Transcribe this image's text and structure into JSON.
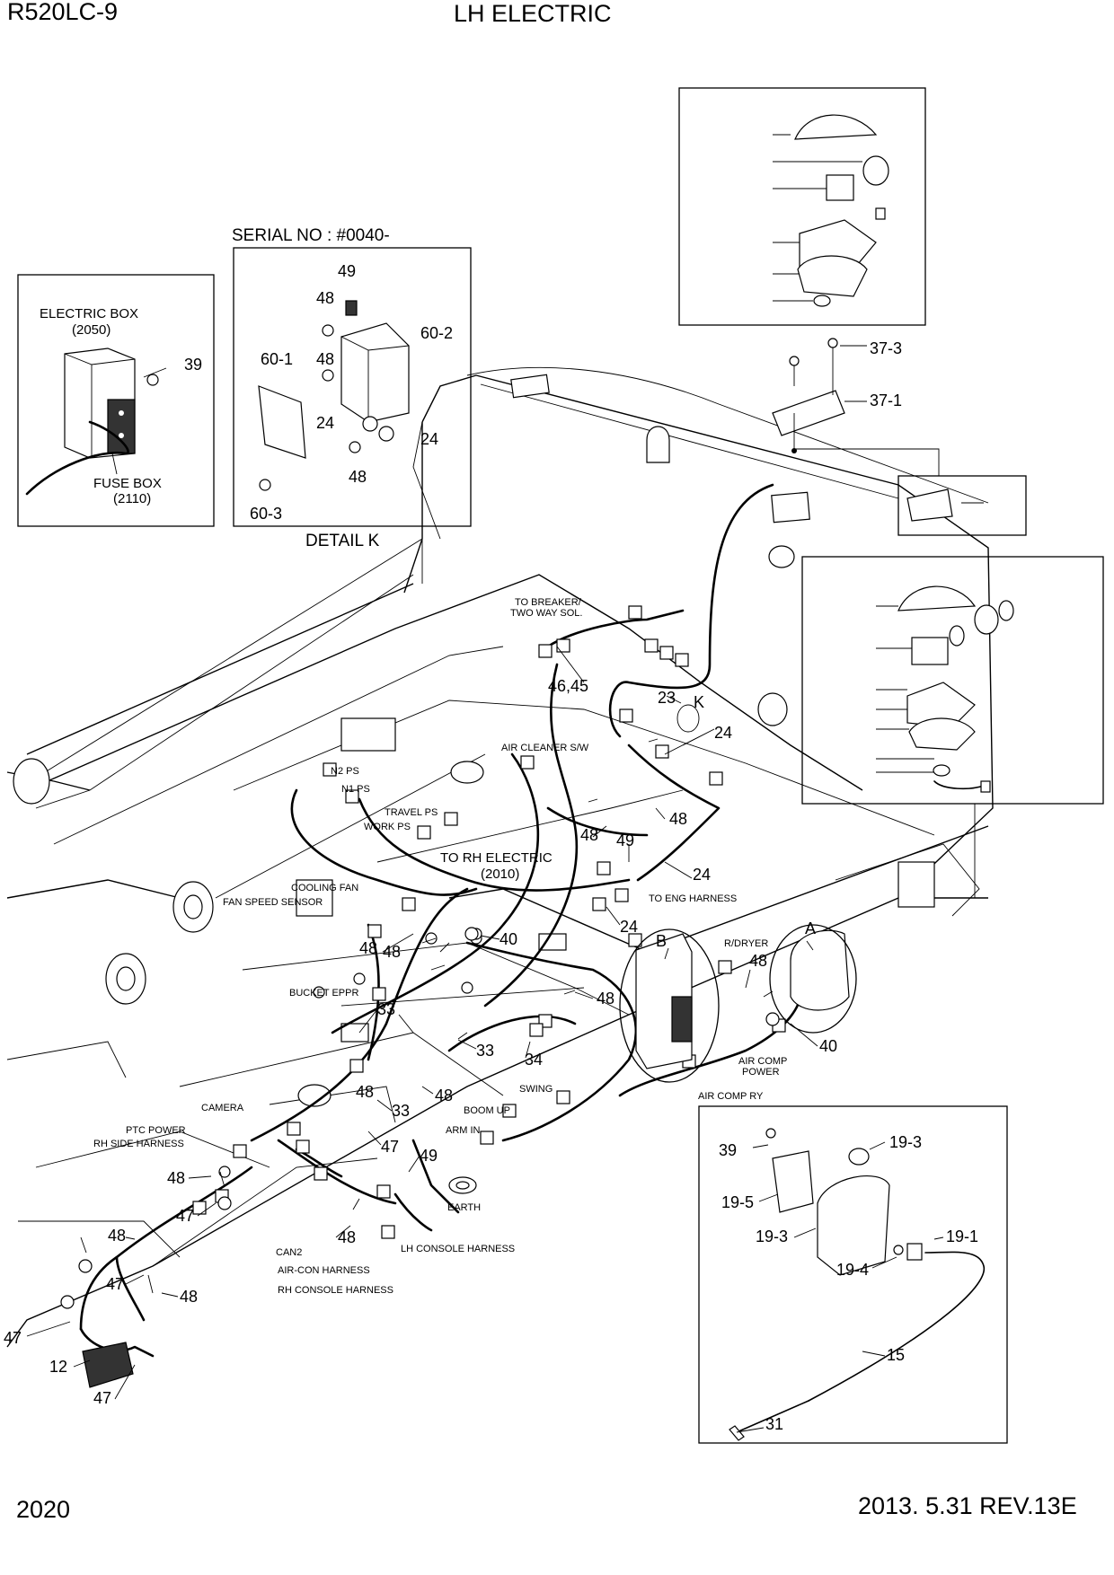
{
  "header": {
    "model": "R520LC-9",
    "title": "LH ELECTRIC"
  },
  "footer": {
    "page_number": "2020",
    "revision": "2013. 5.31  REV.13E"
  },
  "detail_k": {
    "serial": "SERIAL NO : #0040-",
    "caption": "DETAIL K",
    "callouts": [
      "49",
      "48",
      "60-2",
      "60-1",
      "48",
      "24",
      "24",
      "48",
      "60-3"
    ]
  },
  "electric_box_inset": {
    "box_label": "ELECTRIC BOX",
    "box_ref": "(2050)",
    "fuse_label": "FUSE BOX",
    "fuse_ref": "(2110)",
    "callout": "39"
  },
  "lamp_inset": {
    "callouts": [
      "37-3",
      "37-1"
    ]
  },
  "washer_inset": {
    "callouts": [
      "39",
      "19-3",
      "19-5",
      "19-3",
      "19-1",
      "19-4",
      "15",
      "31"
    ]
  },
  "harness_labels": {
    "to_breaker": "TO BREAKER/",
    "two_way": "TWO WAY SOL.",
    "air_cleaner": "AIR CLEANER S/W",
    "n2ps": "N2 PS",
    "n1ps": "N1 PS",
    "travel_ps": "TRAVEL PS",
    "work_ps": "WORK PS",
    "to_rh_electric": "TO RH ELECTRIC",
    "rh_ref": "(2010)",
    "cooling_fan": "COOLING FAN",
    "fan_speed": "FAN SPEED SENSOR",
    "to_eng": "TO ENG HARNESS",
    "r_dryer": "R/DRYER",
    "bucket_eppr": "BUCKET EPPR",
    "air_comp_power_1": "AIR COMP",
    "air_comp_power_2": "POWER",
    "air_comp_ry": "AIR COMP RY",
    "swing": "SWING",
    "boom_up": "BOOM UP",
    "arm_in": "ARM IN",
    "camera": "CAMERA",
    "ptc_power": "PTC POWER",
    "rh_side_harness": "RH SIDE HARNESS",
    "earth": "EARTH",
    "can2": "CAN2",
    "lh_console": "LH CONSOLE HARNESS",
    "aircon_harness": "AIR-CON HARNESS",
    "rh_console": "RH CONSOLE HARNESS"
  },
  "main_callouts": {
    "c46_45": "46,45",
    "c23": "23",
    "cK": "K",
    "c24a": "24",
    "c48a": "48",
    "c48b": "48",
    "c49a": "49",
    "c24b": "24",
    "c24c": "24",
    "c40a": "40",
    "cB": "B",
    "cA": "A",
    "c48c": "48",
    "c48d": "48",
    "c48e": "48",
    "c48f": "48",
    "c33a": "33",
    "c33b": "33",
    "c33c": "33",
    "c34": "34",
    "c48g": "48",
    "c40b": "40",
    "c47a": "47",
    "c49b": "49",
    "c48h": "48",
    "c47b": "47",
    "c48i": "48",
    "c48j": "48",
    "c47c": "47",
    "c48k": "48",
    "c47d": "47",
    "c12": "12",
    "c47e": "47",
    "c48l": "48"
  }
}
